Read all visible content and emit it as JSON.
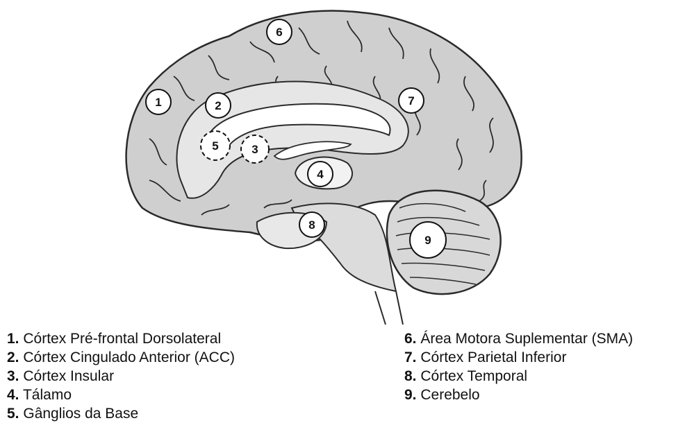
{
  "markers": [
    "1",
    "2",
    "3",
    "4",
    "5",
    "6",
    "7",
    "8",
    "9"
  ],
  "legend_left": [
    {
      "num": "1.",
      "label": "Córtex Pré-frontal Dorsolateral"
    },
    {
      "num": "2.",
      "label": "Córtex Cingulado Anterior (ACC)"
    },
    {
      "num": "3.",
      "label": "Córtex Insular"
    },
    {
      "num": "4.",
      "label": "Tálamo"
    },
    {
      "num": "5.",
      "label": "Gânglios da Base"
    }
  ],
  "legend_right": [
    {
      "num": "6.",
      "label": "Área Motora Suplementar (SMA)"
    },
    {
      "num": "7.",
      "label": "Córtex Parietal Inferior"
    },
    {
      "num": "8.",
      "label": "Córtex Temporal"
    },
    {
      "num": "9.",
      "label": "Cerebelo"
    }
  ]
}
